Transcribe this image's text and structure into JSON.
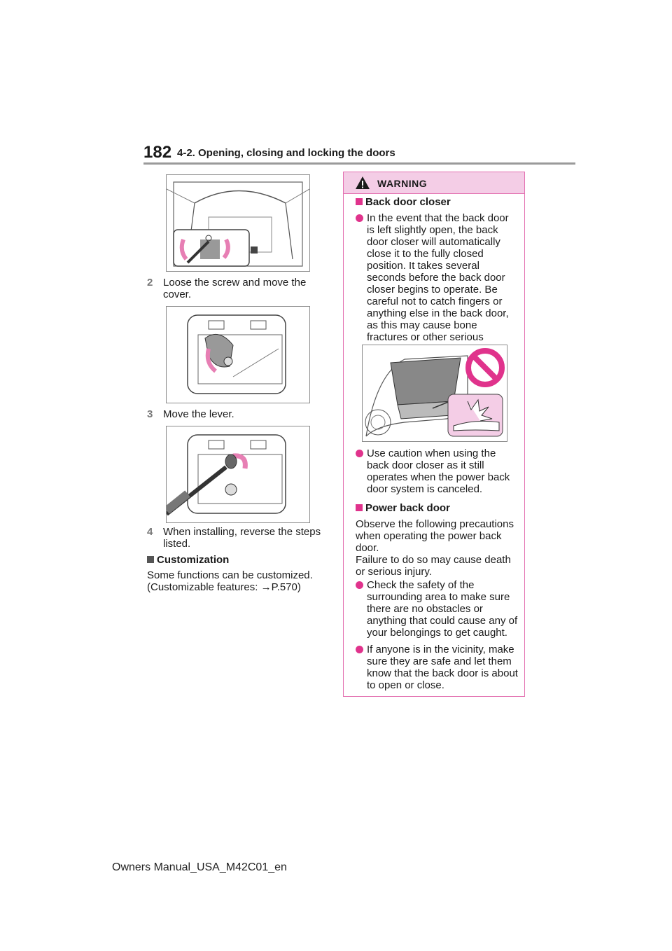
{
  "header": {
    "page_number": "182",
    "section_title": "4-2. Opening, closing and locking the doors"
  },
  "steps": [
    {
      "num": "2",
      "text": "Loose the screw and move the cover."
    },
    {
      "num": "3",
      "text": "Move the lever."
    },
    {
      "num": "4",
      "text": "When installing, reverse the steps listed."
    }
  ],
  "customization": {
    "heading": "Customization",
    "text_line1": "Some functions can be customized.",
    "text_line2": "(Customizable features: ",
    "arrow": "→",
    "page_ref": "P.570",
    "close": ")"
  },
  "warning": {
    "title": "WARNING",
    "back_door_closer": {
      "heading": "Back door closer",
      "bullet1": "In the event that the back door is left slightly open, the back door closer will automatically close it to the fully closed position. It takes several seconds before the back door closer begins to operate. Be careful not to catch fingers or anything else in the back door, as this may cause bone fractures or other serious injuries.",
      "bullet2": "Use caution when using the back door closer as it still operates when the power back door system is canceled."
    },
    "power_back_door": {
      "heading": "Power back door",
      "intro": "Observe the following precautions when operating the power back door.",
      "intro2": "Failure to do so may cause death or serious injury.",
      "bullet1": "Check the safety of the surrounding area to make sure there are no obstacles or anything that could cause any of your belongings to get caught.",
      "bullet2": "If anyone is in the vicinity, make sure they are safe and let them know that the back door is about to open or close."
    }
  },
  "colors": {
    "warning_accent": "#e0338c",
    "warning_header_bg": "#f4cde6",
    "arrow_pink": "#e77fb4"
  },
  "footer": {
    "text": "Owners Manual_USA_M42C01_en"
  }
}
